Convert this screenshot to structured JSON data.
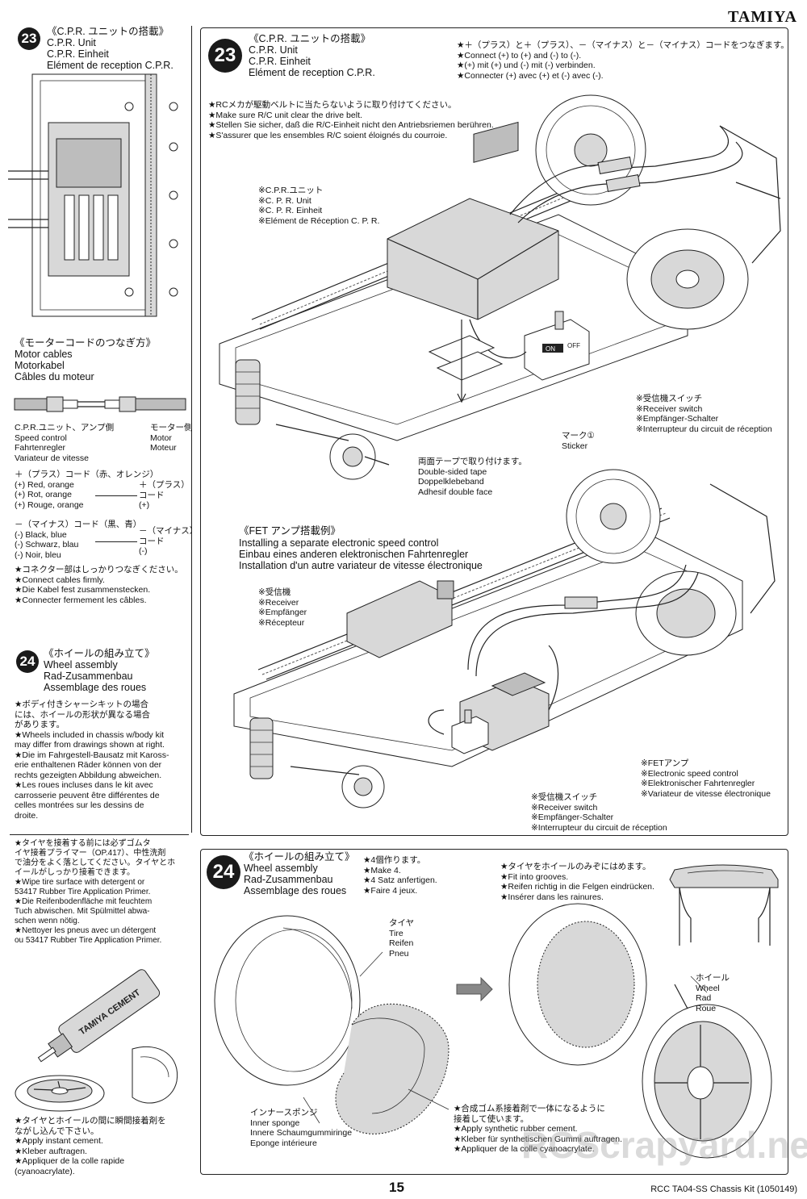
{
  "brand": "TAMIYA",
  "page_number": "15",
  "footer_kit": "RCC TA04-SS Chassis Kit (1050149)",
  "watermark": "RCScrapyard.net",
  "left": {
    "step23": {
      "number": "23",
      "title_jp": "《C.P.R. ユニットの搭載》",
      "title_en": "C.P.R. Unit",
      "title_de": "C.P.R. Einheit",
      "title_fr": "Elément de reception C.P.R."
    },
    "motor_cables": {
      "title_jp": "《モーターコードのつなぎ方》",
      "title_en": "Motor cables",
      "title_de": "Motorkabel",
      "title_fr": "Câbles du moteur",
      "left_label_jp": "C.P.R.ユニット、アンプ側",
      "left_label_en": "Speed control",
      "left_label_de": "Fahrtenregler",
      "left_label_fr": "Variateur de vitesse",
      "right_label_jp": "モーター側",
      "right_label_en": "Motor",
      "right_label_fr": "Moteur",
      "plus_jp": "＋（プラス）コード（赤、オレンジ）",
      "plus_en": "(+) Red, orange",
      "plus_de": "(+) Rot, orange",
      "plus_fr": "(+) Rouge, orange",
      "plus_r1": "＋（プラス）",
      "plus_r2": "コード",
      "plus_r3": "(+)",
      "minus_jp": "－（マイナス）コード（黒、青）",
      "minus_en": "(-) Black, blue",
      "minus_de": "(-) Schwarz, blau",
      "minus_fr": "(-) Noir, bleu",
      "minus_r1": "－（マイナス）",
      "minus_r2": "コード",
      "minus_r3": "(-)",
      "note_jp": "★コネクター部はしっかりつなぎください。",
      "note_en": "★Connect cables firmly.",
      "note_de": "★Die Kabel fest zusammenstecken.",
      "note_fr": "★Connecter fermement les câbles."
    },
    "step24": {
      "number": "24",
      "title_jp": "《ホイールの組み立て》",
      "title_en": "Wheel assembly",
      "title_de": "Rad-Zusammenbau",
      "title_fr": "Assemblage des roues",
      "body": [
        "★ボディ付きシャーシキットの場合",
        "には、ホイールの形状が異なる場合",
        "があります。",
        "★Wheels included in chassis w/body kit",
        "may differ from drawings shown at right.",
        "★Die im Fahrgestell-Bausatz mit Kaross-",
        "erie enthaltenen Räder können von der",
        "rechts gezeigten Abbildung abweichen.",
        "★Les roues incluses dans le kit avec",
        "carrosserie peuvent être différentes de",
        "celles montrées sur les dessins de",
        "droite."
      ]
    },
    "primer": [
      "★タイヤを接着する前には必ずゴムタ",
      "イヤ接着プライマー（OP.417）、中性洗剤",
      "で油分をよく落としてください。タイヤとホ",
      "イールがしっかり接着できます。",
      "★Wipe tire surface with detergent or",
      "53417 Rubber Tire Application Primer.",
      "★Die Reifenbodenfläche mit feuchtem",
      "Tuch abwischen. Mit Spülmittel abwa-",
      "schen wenn nötig.",
      "★Nettoyer les pneus avec un détergent",
      "ou 53417 Rubber Tire Application Primer."
    ],
    "tube_label": "TAMIYA CEMENT",
    "glue": [
      "★タイヤとホイールの間に瞬間接着剤を",
      "ながし込んで下さい。",
      "★Apply instant cement.",
      "★Kleber auftragen.",
      "★Appliquer de la colle rapide",
      "(cyanoacrylate)."
    ]
  },
  "panel23": {
    "number": "23",
    "title_jp": "《C.P.R. ユニットの搭載》",
    "title_en": "C.P.R. Unit",
    "title_de": "C.P.R. Einheit",
    "title_fr": "Elément de reception C.P.R.",
    "connect": [
      "★＋（プラス）と＋（プラス）、－（マイナス）と－（マイナス）コードをつなぎます。",
      "★Connect (+) to (+) and (-) to (-).",
      "★(+) mit (+) und (-) mit (-) verbinden.",
      "★Connecter (+) avec (+) et (-) avec (-)."
    ],
    "belt": [
      "★RCメカが駆動ベルトに当たらないように取り付けてください。",
      "★Make sure R/C unit clear the drive belt.",
      "★Stellen Sie sicher, daß die R/C-Einheit nicht den Antriebsriemen berühren.",
      "★S'assurer que les ensembles R/C soient éloignés du courroie."
    ],
    "cpr": [
      "※C.P.R.ユニット",
      "※C. P. R. Unit",
      "※C. P. R. Einheit",
      "※Elément de Réception C. P. R."
    ],
    "switch_on": "ON",
    "switch_off": "OFF",
    "receiver_switch": [
      "※受信機スイッチ",
      "※Receiver switch",
      "※Empfänger-Schalter",
      "※Interrupteur du circuit de réception"
    ],
    "sticker": [
      "マーク①",
      "Sticker"
    ],
    "tape": [
      "両面テープで取り付けます。",
      "Double-sided tape",
      "Doppelklebeband",
      "Adhesif double face"
    ],
    "fet_title_jp": "《FET アンプ搭載例》",
    "fet_title": [
      "Installing a separate electronic speed control",
      "Einbau eines anderen elektronischen Fahrtenregler",
      "Installation d'un autre variateur de vitesse électronique"
    ],
    "receiver": [
      "※受信機",
      "※Receiver",
      "※Empfänger",
      "※Récepteur"
    ],
    "fet": [
      "※FETアンプ",
      "※Electronic speed control",
      "※Elektronischer Fahrtenregler",
      "※Variateur de vitesse électronique"
    ],
    "receiver_switch2": [
      "※受信機スイッチ",
      "※Receiver switch",
      "※Empfänger-Schalter",
      "※Interrupteur du circuit de réception"
    ]
  },
  "panel24": {
    "number": "24",
    "title_jp": "《ホイールの組み立て》",
    "title_en": "Wheel assembly",
    "title_de": "Rad-Zusammenbau",
    "title_fr": "Assemblage des roues",
    "make4": [
      "★4個作ります。",
      "★Make 4.",
      "★4 Satz anfertigen.",
      "★Faire 4 jeux."
    ],
    "grooves": [
      "★タイヤをホイールのみぞにはめます。",
      "★Fit into grooves.",
      "★Reifen richtig in die Felgen eindrücken.",
      "★Insérer dans les rainures."
    ],
    "tire": [
      "タイヤ",
      "Tire",
      "Reifen",
      "Pneu"
    ],
    "wheel": [
      "ホイール",
      "Wheel",
      "Rad",
      "Roue"
    ],
    "sponge": [
      "インナースポンジ",
      "Inner sponge",
      "Innere Schaumgummiringe",
      "Eponge intérieure"
    ],
    "cement": [
      "★合成ゴム系接着剤で一体になるように",
      "接着して使います。",
      "★Apply synthetic rubber cement.",
      "★Kleber für synthetischen Gummi auftragen.",
      "★Appliquer de la colle cyanoacrylate."
    ]
  }
}
